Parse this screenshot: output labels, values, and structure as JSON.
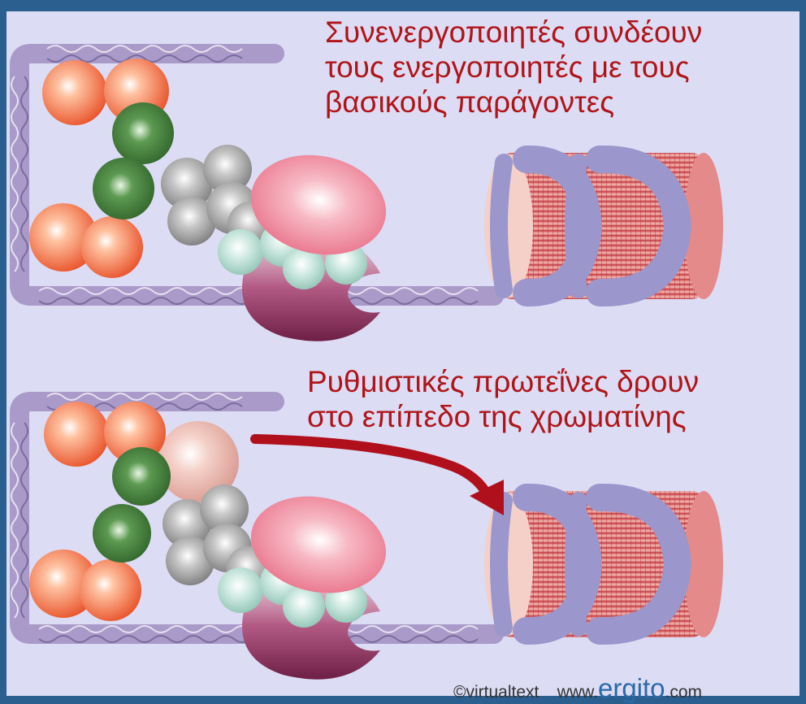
{
  "panels": [
    {
      "caption_lines": [
        "Συνενεργοποιητές συνδέουν",
        "τους ενεργοποιητές με τους",
        "βασικούς παράγοντες"
      ]
    },
    {
      "caption_lines": [
        "Ρυθμιστικές πρωτεΐνες δρουν",
        "στο επίπεδο της χρωματίνης"
      ]
    }
  ],
  "credit": {
    "copyright": "©virtualtext",
    "site_prefix": "www.",
    "site_brand": "ergito",
    "site_suffix": ".com"
  },
  "colors": {
    "frame": "#2b5f8f",
    "panel_bg": "#dcdcf4",
    "dna_band": "#a99ac9",
    "caption": "#b01418",
    "activator": "#f07f52",
    "coactivator": "#3e7a36",
    "basal_factor": "#a9a9a9",
    "rna_pol": "#f2a0b0",
    "small_factor": "#c8e6dc",
    "clamp": "#8b2d58",
    "nucleosome_core": "#c9434a",
    "histone_ring": "#9b96cc",
    "arrow": "#b0101c"
  },
  "icons": [
    "activator-sphere",
    "coactivator-sphere",
    "basal-factor-sphere",
    "rna-polymerase",
    "nucleosome-cylinder",
    "red-arrow"
  ]
}
